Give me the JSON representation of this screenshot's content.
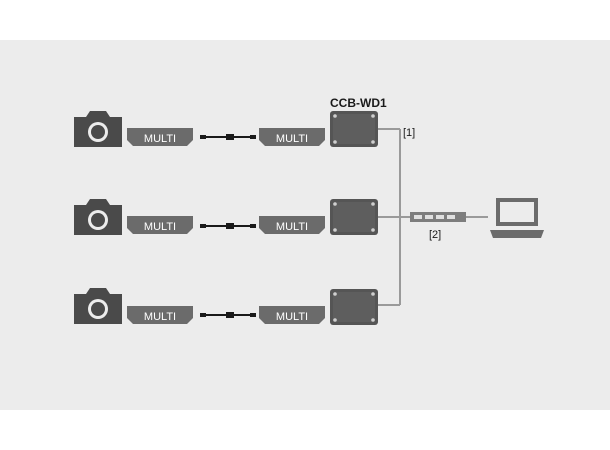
{
  "device_label": "CCB-WD1",
  "connector_label": "MULTI",
  "marker_1": "[1]",
  "marker_2": "[2]",
  "rows": [
    {
      "camera": "camera-icon",
      "adapter_left": "MULTI",
      "adapter_right": "MULTI"
    },
    {
      "camera": "camera-icon",
      "adapter_left": "MULTI",
      "adapter_right": "MULTI"
    },
    {
      "camera": "camera-icon",
      "adapter_left": "MULTI",
      "adapter_right": "MULTI"
    }
  ],
  "colors": {
    "background": "#ececec",
    "icon": "#4a4a4a",
    "adapter": "#6b6b6b",
    "box": "#555555",
    "line": "#9a9a9a",
    "hub": "#7d7d7d"
  }
}
